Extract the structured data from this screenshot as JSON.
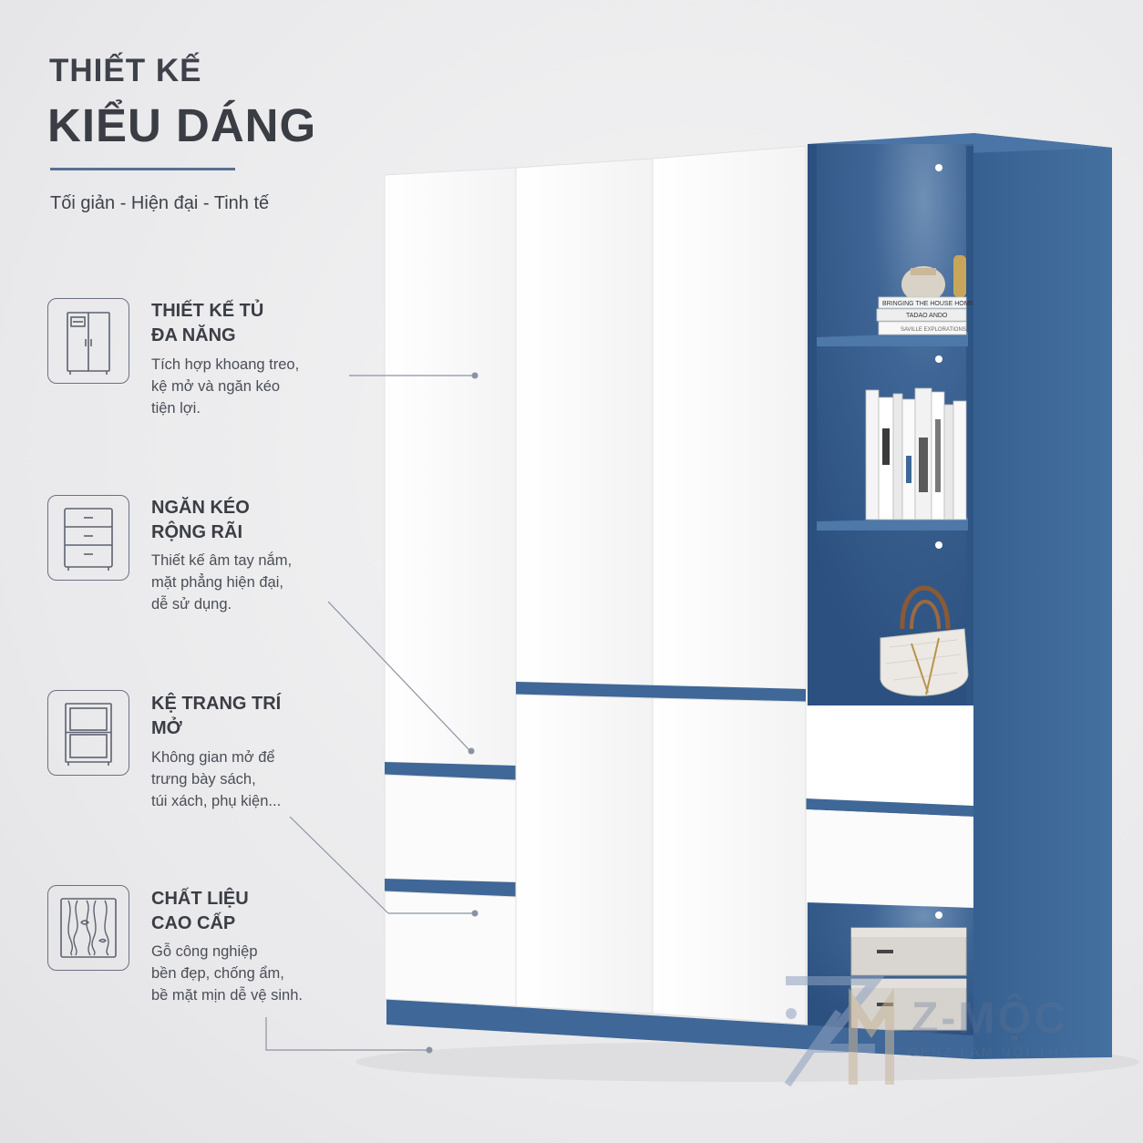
{
  "heading": {
    "line1": "THIẾT KẾ",
    "line2": "KIỂU DÁNG",
    "tagline": "Tối giản - Hiện đại - Tinh tế"
  },
  "features": [
    {
      "icon": "wardrobe-icon",
      "title_line1": "THIẾT KẾ TỦ",
      "title_line2": "ĐA NĂNG",
      "desc_lines": [
        "Tích hợp khoang treo,",
        "kệ mở và ngăn kéo",
        "tiện lợi."
      ]
    },
    {
      "icon": "drawers-icon",
      "title_line1": "NGĂN KÉO",
      "title_line2": "RỘNG RÃI",
      "desc_lines": [
        "Thiết kế âm tay nắm,",
        "mặt phẳng hiện đại,",
        "dễ sử dụng."
      ]
    },
    {
      "icon": "open-shelf-icon",
      "title_line1": "KỆ TRANG TRÍ",
      "title_line2": "MỞ",
      "desc_lines": [
        "Không gian mở để",
        "trưng bày sách,",
        "túi xách, phụ kiện..."
      ]
    },
    {
      "icon": "wood-grain-icon",
      "title_line1": "CHẤT LIỆU",
      "title_line2": "CAO CẤP",
      "desc_lines": [
        "Gỗ công nghiệp",
        "bền đẹp, chống ẩm,",
        "bề mặt mịn dễ vệ sinh."
      ]
    }
  ],
  "book_spines": [
    "BRINGING THE HOUSE HOME",
    "TADAO ANDO",
    "SAVILLE EXPLORATIONS"
  ],
  "brand": {
    "name": "Z-MỘC",
    "slogan": "GENZ LÀM NỘI THẤT"
  },
  "colors": {
    "accent_blue": "#3f6797",
    "panel_white": "#fbfbfb",
    "text_dark": "#3a3d44",
    "rule_blue": "#5a6f92"
  }
}
